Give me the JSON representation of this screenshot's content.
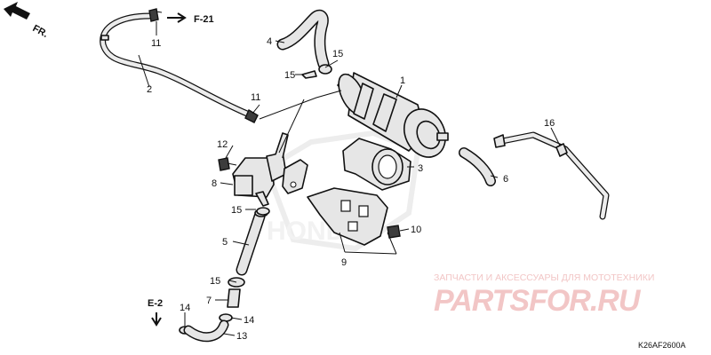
{
  "direction": {
    "label": "FR."
  },
  "references": {
    "f21": "F-21",
    "e2": "E-2"
  },
  "callouts": {
    "c1": "1",
    "c2": "2",
    "c3": "3",
    "c4": "4",
    "c5": "5",
    "c6": "6",
    "c7": "7",
    "c8": "8",
    "c9": "9",
    "c10": "10",
    "c11a": "11",
    "c11b": "11",
    "c12": "12",
    "c13": "13",
    "c14a": "14",
    "c14b": "14",
    "c15a": "15",
    "c15b": "15",
    "c15c": "15",
    "c15d": "15",
    "c16": "16"
  },
  "watermark": {
    "caption": "ЗАПЧАСТИ И АКСЕССУАРЫ ДЛЯ МОТОТЕХНИКИ",
    "logo": "PARTSFOR.RU",
    "color": "#e8a6a6"
  },
  "drawing_code": "K26AF2600A"
}
